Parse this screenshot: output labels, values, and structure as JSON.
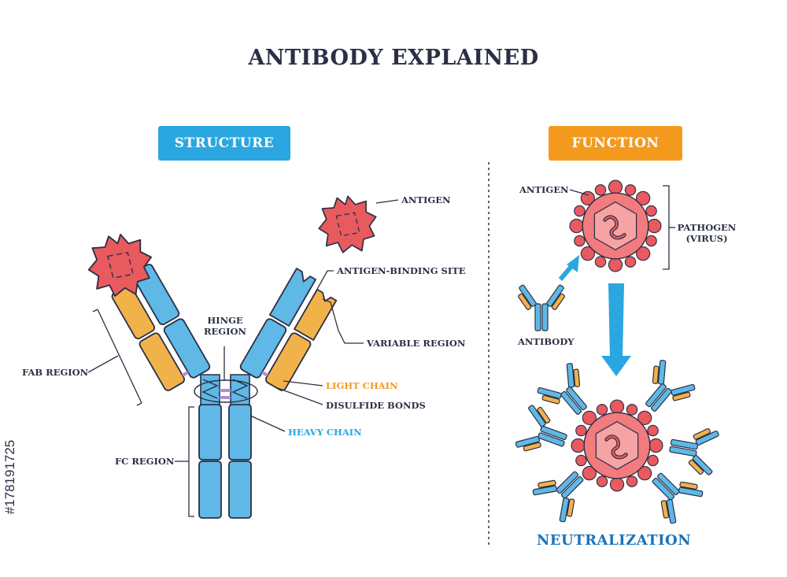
{
  "title": "ANTIBODY EXPLAINED",
  "sections": {
    "structure": "STRUCTURE",
    "function": "FUNCTION"
  },
  "structure_labels": {
    "antigen": "ANTIGEN",
    "antigen_binding_site": "ANTIGEN-BINDING SITE",
    "hinge_line1": "HINGE",
    "hinge_line2": "REGION",
    "variable_region": "VARIABLE REGION",
    "fab_region": "FAB REGION",
    "light_chain": "LIGHT CHAIN",
    "disulfide_bonds": "DISULFIDE BONDS",
    "heavy_chain": "HEAVY CHAIN",
    "fc_region": "FC REGION"
  },
  "function_labels": {
    "antigen": "ANTIGEN",
    "pathogen_line1": "PATHOGEN",
    "pathogen_line2": "(VIRUS)",
    "antibody": "ANTIBODY",
    "neutralization": "NEUTRALIZATION"
  },
  "stock_id": "#178191725",
  "colors": {
    "heavy_chain": "#5fb8e6",
    "light_chain": "#f2b24a",
    "antigen": "#e95a5f",
    "outline": "#2b2f45",
    "structure_accent": "#2aa7e0",
    "function_accent": "#f39a1e",
    "arrow": "#2aa7e0",
    "neutralization_text": "#1a74bb"
  }
}
